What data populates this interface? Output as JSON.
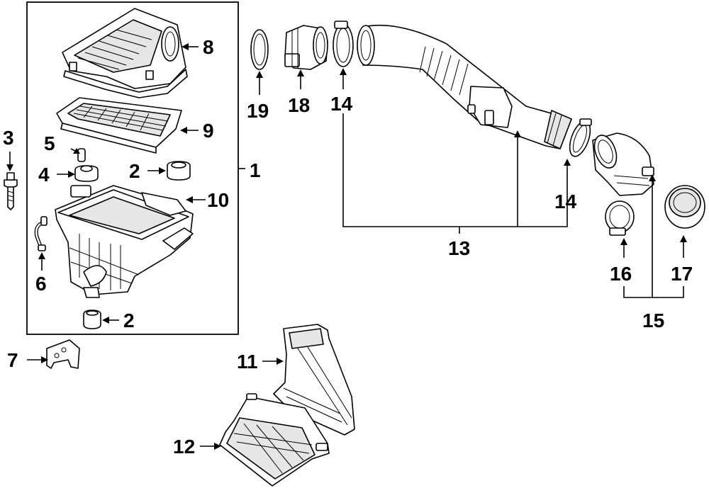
{
  "callouts": {
    "c1": "1",
    "c2a": "2",
    "c2b": "2",
    "c3": "3",
    "c4": "4",
    "c5": "5",
    "c6": "6",
    "c7": "7",
    "c8": "8",
    "c9": "9",
    "c10": "10",
    "c11": "11",
    "c12": "12",
    "c13": "13",
    "c14a": "14",
    "c14b": "14",
    "c15": "15",
    "c16": "16",
    "c17": "17",
    "c18": "18",
    "c19": "19"
  }
}
